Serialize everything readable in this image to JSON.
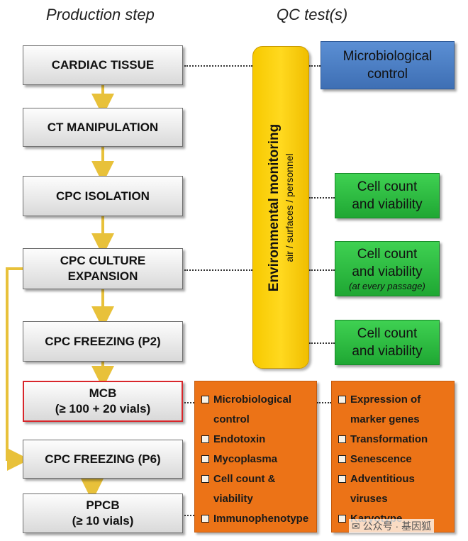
{
  "headers": {
    "production": "Production step",
    "qc": "QC test(s)"
  },
  "steps": [
    {
      "id": "cardiac",
      "label": "CARDIAC TISSUE"
    },
    {
      "id": "ct",
      "label": "CT MANIPULATION"
    },
    {
      "id": "isolation",
      "label": "CPC ISOLATION"
    },
    {
      "id": "culture",
      "line1": "CPC CULTURE",
      "line2": "EXPANSION"
    },
    {
      "id": "freeze_p2",
      "label": "CPC FREEZING (P2)"
    },
    {
      "id": "mcb",
      "line1": "MCB",
      "line2": "(≥ 100 + 20 vials)"
    },
    {
      "id": "freeze_p6",
      "label": "CPC FREEZING (P6)"
    },
    {
      "id": "ppcb",
      "line1": "PPCB",
      "line2": "(≥ 10 vials)"
    }
  ],
  "environmental": {
    "title": "Environmental monitoring",
    "subtitle": "air / surfaces / personnel"
  },
  "qc_boxes": [
    {
      "line1": "Microbiological",
      "line2": "control",
      "color": "#4a7fc4"
    },
    {
      "line1": "Cell count",
      "line2": "and viability",
      "color": "#2cc13f"
    },
    {
      "line1": "Cell count",
      "line2": "and viability",
      "note": "(at every passage)",
      "color": "#2cc13f"
    },
    {
      "line1": "Cell count",
      "line2": "and viability",
      "color": "#2cc13f"
    }
  ],
  "mcb_tests": [
    {
      "line1": "Microbiological",
      "line2": "control"
    },
    {
      "line1": "Endotoxin"
    },
    {
      "line1": "Mycoplasma"
    },
    {
      "line1": "Cell count &",
      "line2": "viability"
    },
    {
      "line1": "Immunophenotype"
    }
  ],
  "other_tests": [
    {
      "line1": "Expression of",
      "line2": "marker genes"
    },
    {
      "line1": "Transformation"
    },
    {
      "line1": "Senescence"
    },
    {
      "line1": "Adventitious",
      "line2": "viruses"
    },
    {
      "line1": "Karyotype"
    }
  ],
  "watermark": "公众号 · 基因狐",
  "colors": {
    "arrow": "#e8c13a",
    "env": "#f7c900",
    "orange": "#ec7317",
    "mcb_border": "#d8262b"
  }
}
